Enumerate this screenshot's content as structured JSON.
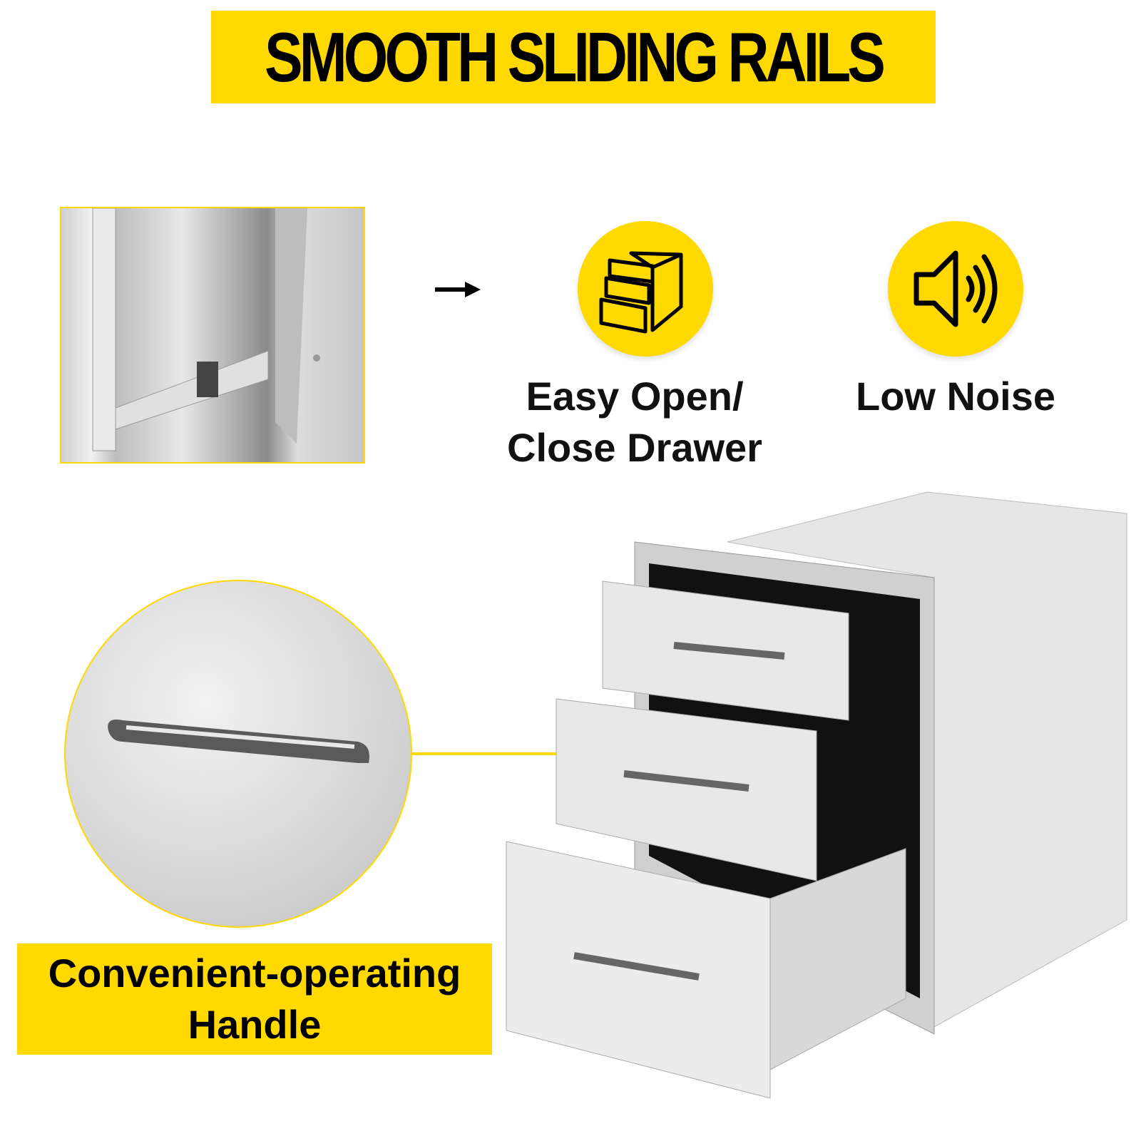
{
  "title": "SMOOTH SLIDING RAILS",
  "features": [
    {
      "icon": "drawer-cabinet-icon",
      "label_line1": "Easy Open/",
      "label_line2": "Close Drawer"
    },
    {
      "icon": "speaker-volume-icon",
      "label_line1": "Low Noise"
    }
  ],
  "callout": {
    "line1": "Convenient-operating",
    "line2": "Handle"
  },
  "colors": {
    "accent": "#FFD900",
    "text": "#000000",
    "steel": "#d9d9d9"
  }
}
